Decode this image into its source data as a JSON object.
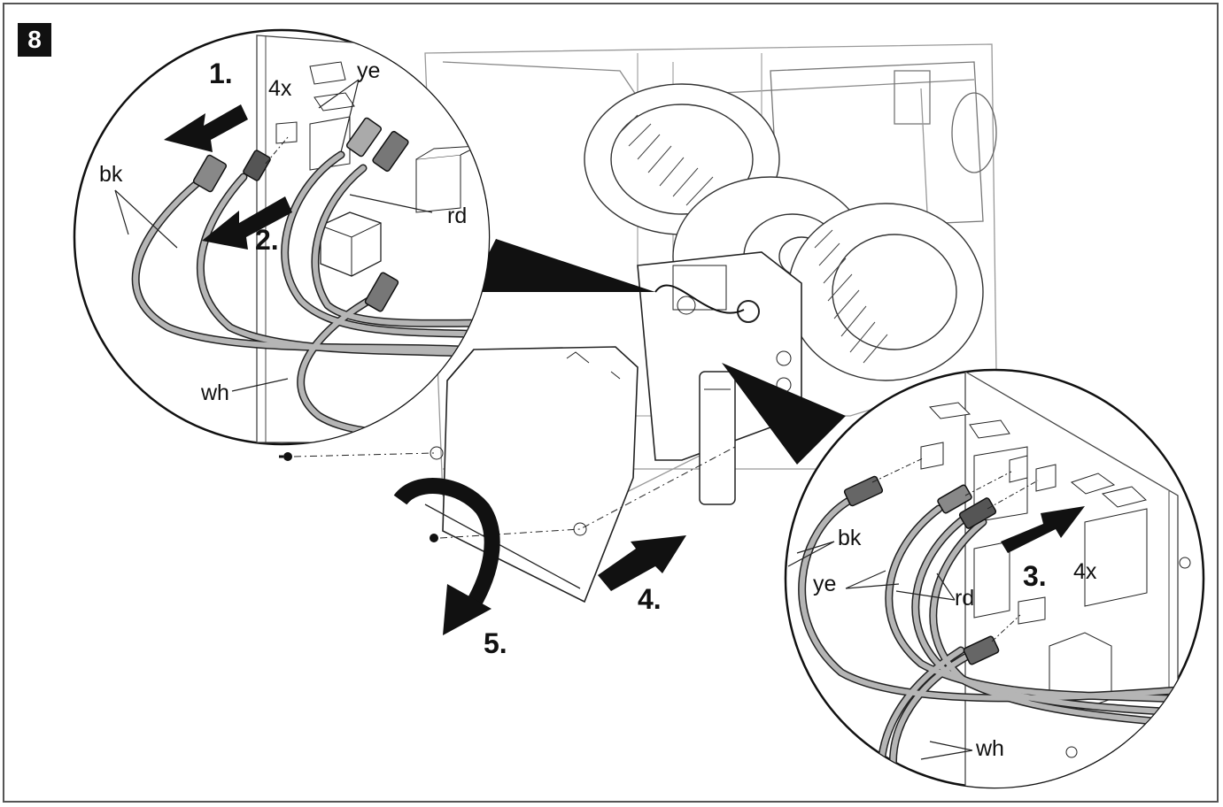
{
  "figure": {
    "number": "8"
  },
  "steps": {
    "s1": "1.",
    "s2": "2.",
    "s3": "3.",
    "s4": "4.",
    "s5": "5."
  },
  "left_detail": {
    "count": "4x",
    "wire_ye": "ye",
    "wire_bk": "bk",
    "wire_rd": "rd",
    "wire_wh": "wh"
  },
  "right_detail": {
    "count": "4x",
    "wire_bk": "bk",
    "wire_ye": "ye",
    "wire_rd": "rd",
    "wire_wh": "wh"
  },
  "colors": {
    "line": "#1a1a1a",
    "wire": "#b5b5b5",
    "arrow": "#111111"
  }
}
